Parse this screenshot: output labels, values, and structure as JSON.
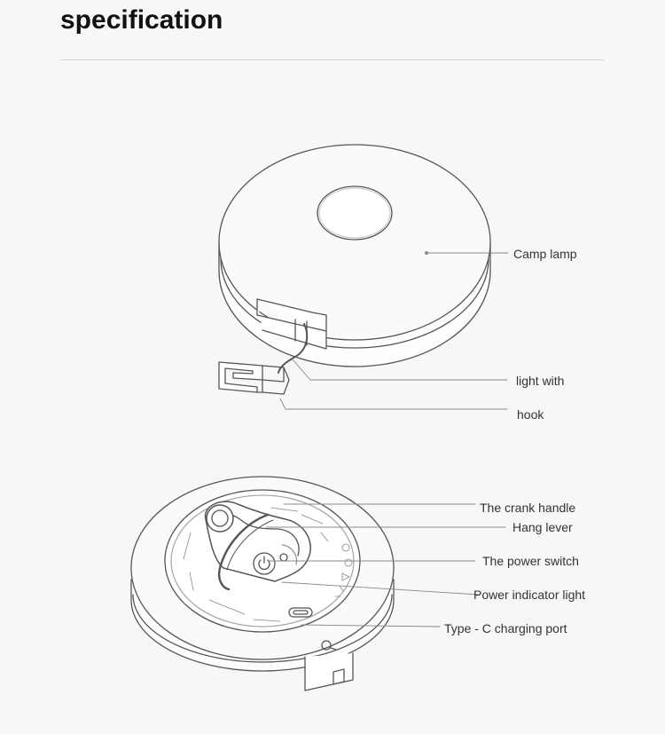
{
  "title": "specification",
  "callouts": {
    "camp_lamp": "Camp lamp",
    "light_with": "light with",
    "hook": "hook",
    "crank_handle": "The crank handle",
    "hang_lever": "Hang lever",
    "power_switch": "The power switch",
    "power_indicator": "Power indicator light",
    "type_c_port": "Type - C charging port"
  },
  "colors": {
    "background": "#f7f7f7",
    "line": "#555555",
    "leader": "#888888",
    "lamp_lens": "#ffffff"
  }
}
